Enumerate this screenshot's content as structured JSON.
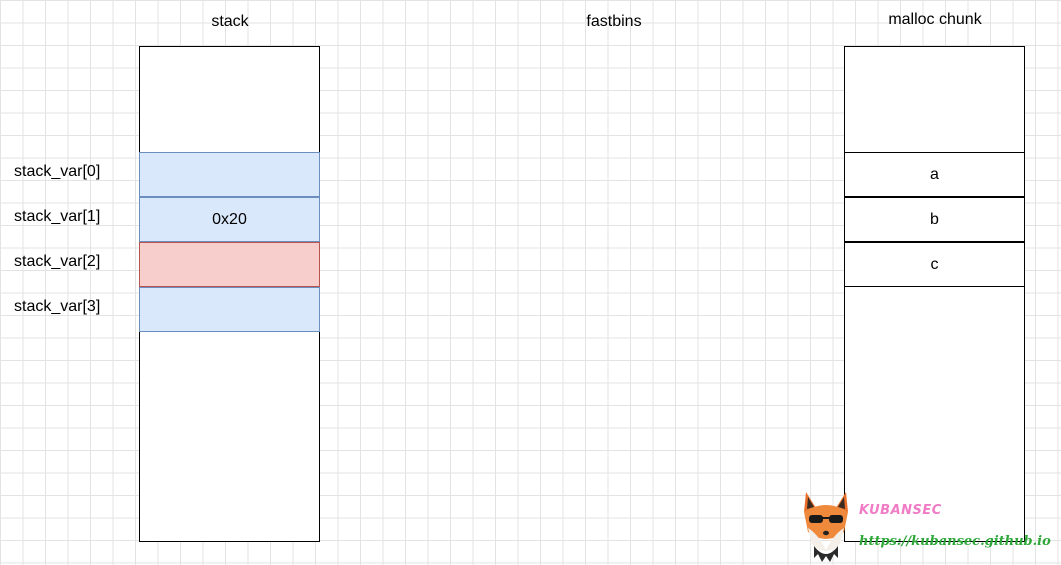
{
  "columns": {
    "stack": "stack",
    "fastbins": "fastbins",
    "malloc_chunk": "malloc chunk"
  },
  "stack_rows": [
    {
      "label": "stack_var[0]",
      "value": "",
      "fill": "blue"
    },
    {
      "label": "stack_var[1]",
      "value": "0x20",
      "fill": "blue"
    },
    {
      "label": "stack_var[2]",
      "value": "",
      "fill": "red"
    },
    {
      "label": "stack_var[3]",
      "value": "",
      "fill": "blue"
    }
  ],
  "chunk_rows": [
    {
      "label": "a"
    },
    {
      "label": "b"
    },
    {
      "label": "c"
    }
  ],
  "watermark": {
    "brand": "KUBANSEC",
    "url": "https://kubansec.github.io",
    "logo_icon": "fox-with-sunglasses-icon"
  },
  "colors": {
    "blue_fill": "#dae8fc",
    "blue_stroke": "#6c8ebf",
    "red_fill": "#f8cecc",
    "red_stroke": "#b85450"
  }
}
